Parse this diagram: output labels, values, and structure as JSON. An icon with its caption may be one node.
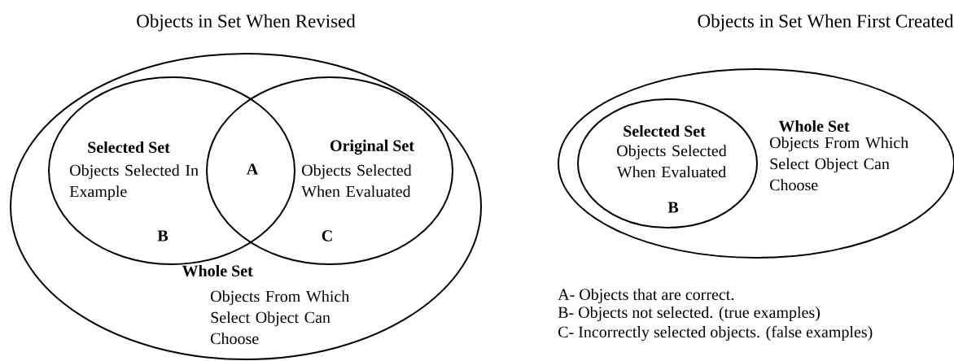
{
  "diagram": {
    "nodes": [
      {
        "text": [
          "Objects in Set When Revised",
          "Whole Set",
          "Objects From Which Select Object Can Choose"
        ]
      },
      {
        "text": [
          "Selected Set",
          "Objects Selected In Example",
          "B"
        ],
        "in": 0
      },
      {
        "text": [
          "Original Set",
          "Objects Selected When Evaluated",
          "C"
        ],
        "in": 0
      },
      {
        "text": [
          "Objects in Set When First Created",
          "Whole Set",
          "Objects From Which Select Object Can Choose"
        ]
      },
      {
        "text": [
          "Selected Set",
          "Objects Selected When Evaluated",
          "B"
        ],
        "in": 3
      }
    ],
    "labels": [
      "A",
      "A- Objects that are correct.",
      "B- Objects not selected. (true examples)",
      "C- Incorrectly selected objects. (false examples)"
    ]
  }
}
